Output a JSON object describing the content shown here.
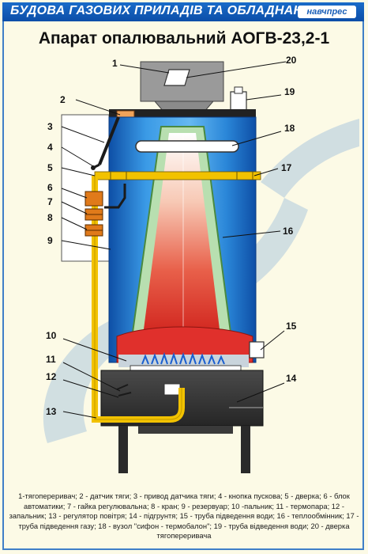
{
  "header": {
    "series_title": "БУДОВА ГАЗОВИХ ПРИЛАДІВ ТА ОБЛАДНАННЯ",
    "brand": "навчпрес"
  },
  "title": "Апарат опалювальний АОГВ-23,2-1",
  "callouts": [
    "1",
    "2",
    "3",
    "4",
    "5",
    "6",
    "7",
    "8",
    "9",
    "10",
    "11",
    "12",
    "13",
    "14",
    "15",
    "16",
    "17",
    "18",
    "19",
    "20"
  ],
  "caption": "1-тягопереривач; 2 - датчик тяги; 3 - привод датчика тяги; 4 - кнопка пускова; 5 - дверка; 6 - блок автоматики; 7 - гайка регулювальна; 8 - кран; 9 - резервуар; 10 -пальник; 11 - термопара; 12 - запальник; 13 - регулятор повітря; 14 - підгрунтя; 15 - труба підведення води; 16 - теплообмінник; 17 - труба підведення газу; 18 - вузол \"сифон - термобалон\"; 19 - труба відведення води; 20 - дверка тягопереривача",
  "colors": {
    "header_blue": "#0c4ea8",
    "tank_blue": "#1f86d8",
    "gas_yellow": "#f2c200",
    "automatic_orange": "#e07a1a",
    "flame_red": "#e0302c",
    "frame_blue": "#3f7fc8"
  }
}
